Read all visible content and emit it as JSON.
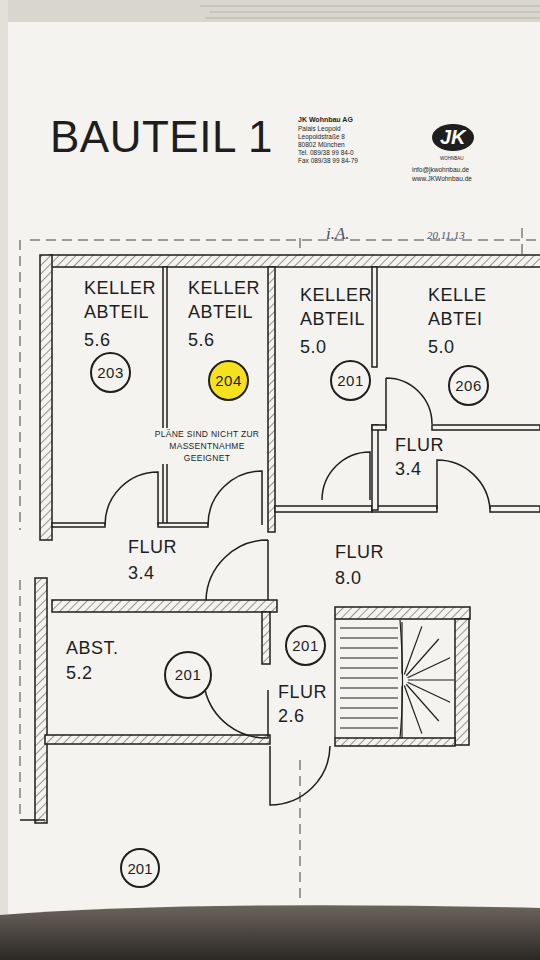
{
  "diagram": {
    "title": "BAUTEIL 1",
    "nodes": [
      {
        "text": [
          "KELLER ABTEIL",
          "5.6"
        ]
      },
      {
        "text": [
          "203"
        ],
        "in": 0
      },
      {
        "text": [
          "KELLER ABTEIL",
          "5.6"
        ]
      },
      {
        "text": [
          "204"
        ],
        "in": 2
      },
      {
        "text": [
          "KELLER ABTEIL",
          "5.0"
        ]
      },
      {
        "text": [
          "201"
        ],
        "in": 4
      },
      {
        "text": [
          "KELLE ABTEI",
          "5.0"
        ]
      },
      {
        "text": [
          "206"
        ],
        "in": 6
      },
      {
        "text": [
          "FLUR",
          "3.4"
        ]
      },
      {
        "text": [
          "FLUR",
          "3.4"
        ]
      },
      {
        "text": [
          "FLUR",
          "8.0"
        ]
      },
      {
        "text": [
          "ABST.",
          "5.2"
        ]
      },
      {
        "text": [
          "201"
        ],
        "in": 11
      },
      {
        "text": [
          "FLUR",
          "2.6"
        ]
      },
      {
        "text": [
          "201"
        ],
        "in": 13
      },
      {
        "text": [
          "201"
        ]
      }
    ],
    "edges": [],
    "labels": [
      "JK Wohnbau AG",
      "Palais Leopold",
      "Leopoldstraße 8",
      "80802 München",
      "Tel. 089/38 99 84-0",
      "Fax 089/38 99 84-79",
      "JK",
      "WOHNBAU",
      "info@jkwohnbau.de",
      "www.JKWohnbau.de",
      "i.A.",
      "20.11.13",
      "PLÄNE SIND NICHT ZUR MASSENTNAHME GEEIGNET"
    ]
  }
}
